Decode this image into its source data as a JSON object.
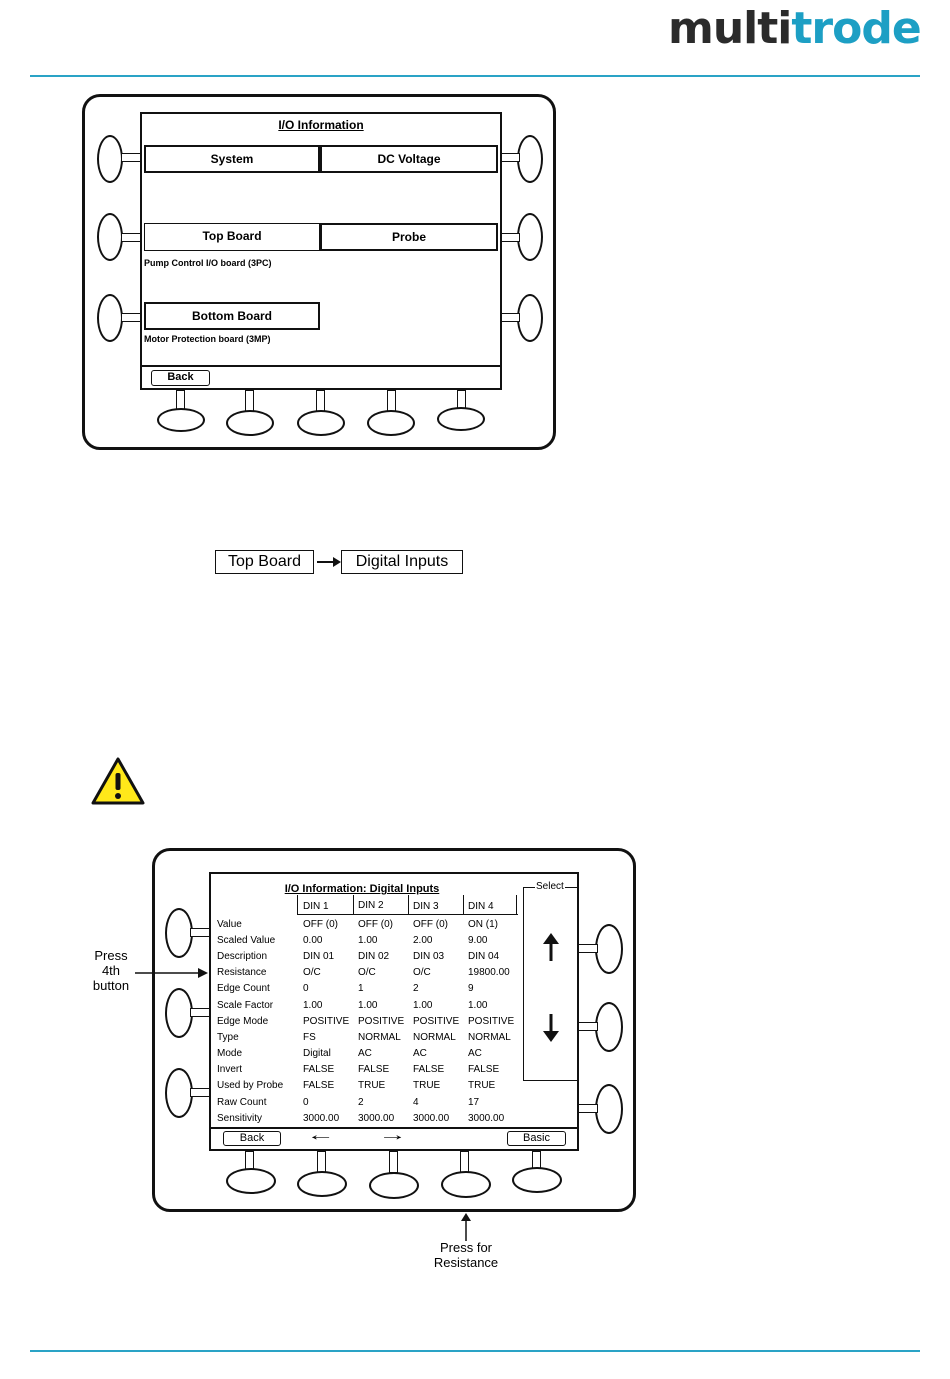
{
  "logo": {
    "dark": "multi",
    "teal": "trode"
  },
  "screen1": {
    "title": "I/O Information",
    "buttons": {
      "system": "System",
      "dc_voltage": "DC Voltage",
      "top_board": "Top Board",
      "probe": "Probe",
      "bottom_board": "Bottom Board"
    },
    "top_board_desc": "Pump Control I/O board (3PC)",
    "bottom_board_desc": "Motor Protection board (3MP)",
    "back": "Back"
  },
  "navigation": {
    "step1": "Top Board",
    "step2": "Digital Inputs"
  },
  "warning_icon": "warning-triangle-icon",
  "screen2": {
    "title": "I/O Information: Digital Inputs",
    "select_label": "Select",
    "columns": [
      "DIN 1",
      "DIN 2",
      "DIN 3",
      "DIN 4"
    ],
    "rows": [
      {
        "label": "Value",
        "values": [
          "OFF (0)",
          "OFF (0)",
          "OFF (0)",
          "ON (1)"
        ]
      },
      {
        "label": "Scaled Value",
        "values": [
          "0.00",
          "1.00",
          "2.00",
          "9.00"
        ]
      },
      {
        "label": "Description",
        "values": [
          "DIN 01",
          "DIN 02",
          "DIN 03",
          "DIN 04"
        ]
      },
      {
        "label": "Resistance",
        "values": [
          "O/C",
          "O/C",
          "O/C",
          "19800.00"
        ]
      },
      {
        "label": "Edge Count",
        "values": [
          "0",
          "1",
          "2",
          "9"
        ]
      },
      {
        "label": "Scale Factor",
        "values": [
          "1.00",
          "1.00",
          "1.00",
          "1.00"
        ]
      },
      {
        "label": "Edge Mode",
        "values": [
          "POSITIVE",
          "POSITIVE",
          "POSITIVE",
          "POSITIVE"
        ]
      },
      {
        "label": "Type",
        "values": [
          "FS",
          "NORMAL",
          "NORMAL",
          "NORMAL"
        ]
      },
      {
        "label": "Mode",
        "values": [
          "Digital",
          "AC",
          "AC",
          "AC"
        ]
      },
      {
        "label": "Invert",
        "values": [
          "FALSE",
          "FALSE",
          "FALSE",
          "FALSE"
        ]
      },
      {
        "label": "Used by Probe",
        "values": [
          "FALSE",
          "TRUE",
          "TRUE",
          "TRUE"
        ]
      },
      {
        "label": "Raw Count",
        "values": [
          "0",
          "2",
          "4",
          "17"
        ]
      },
      {
        "label": "Sensitivity",
        "values": [
          "3000.00",
          "3000.00",
          "3000.00",
          "3000.00"
        ]
      }
    ],
    "back": "Back",
    "basic": "Basic",
    "left_arrow": "←",
    "right_arrow": "→"
  },
  "callouts": {
    "press_4th": "Press\n4th\nbutton",
    "press_resistance": "Press for\nResistance"
  }
}
